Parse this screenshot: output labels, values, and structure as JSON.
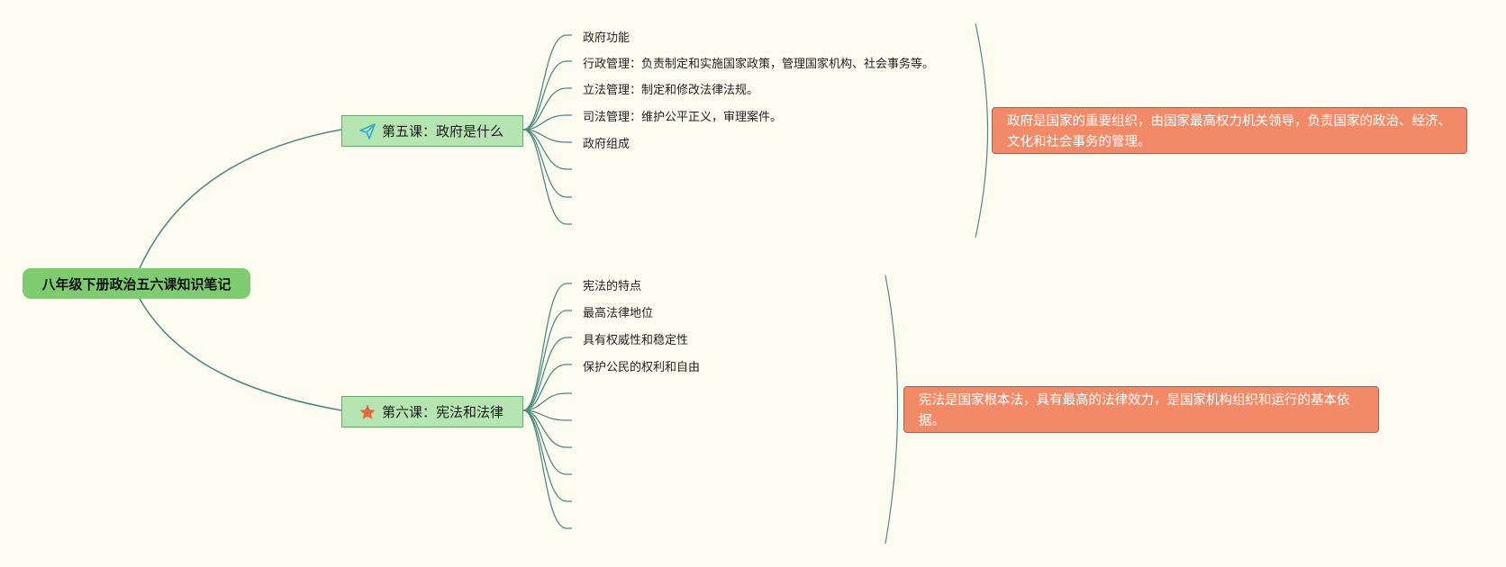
{
  "root": {
    "title": "八年级下册政治五六课知识笔记"
  },
  "topics": [
    {
      "title": "第五课：政府是什么",
      "icon": "paper-plane-icon",
      "icon_color": "#29a9d6",
      "leaves": [
        "政府功能",
        "行政管理：负责制定和实施国家政策，管理国家机构、社会事务等。",
        "立法管理：制定和修改法律法规。",
        "司法管理：维护公平正义，审理案件。",
        "政府组成"
      ],
      "summary": "政府是国家的重要组织，由国家最高权力机关领导，负责国家的政治、经济、文化和社会事务的管理。"
    },
    {
      "title": "第六课：宪法和法律",
      "icon": "star-icon",
      "icon_color": "#e8673c",
      "leaves": [
        "宪法的特点",
        "最高法律地位",
        "具有权威性和稳定性",
        "保护公民的权利和自由"
      ],
      "summary": "宪法是国家根本法，具有最高的法律效力，是国家机构组织和运行的基本依据。"
    }
  ],
  "colors": {
    "background": "#fefcf1",
    "connector": "#4f8c80",
    "root_fill": "#7fcb6f",
    "topic_fill": "#b5e6b1",
    "summary_fill": "#f28a67"
  }
}
